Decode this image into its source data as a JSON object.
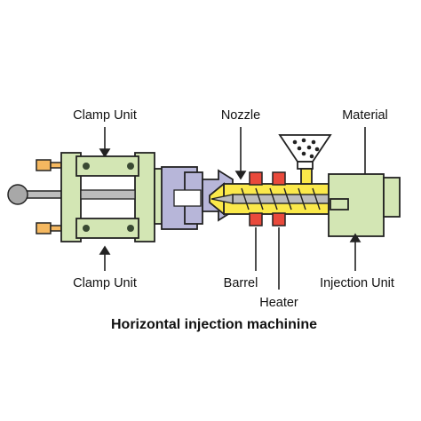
{
  "diagram": {
    "labels": {
      "clamp_unit_top": "Clamp Unit",
      "clamp_unit_bottom": "Clamp Unit",
      "nozzle": "Nozzle",
      "material": "Material",
      "barrel": "Barrel",
      "heater": "Heater",
      "injection_unit": "Injection Unit"
    },
    "caption": "Horizontal injection machinine"
  },
  "colors": {
    "clamp_green": "#d3e6b4",
    "housing_lavender": "#b7b6d9",
    "barrel_yellow": "#fbe94a",
    "heater_red": "#e94a3c",
    "connector_orange": "#f5b860",
    "outline": "#222222",
    "tie_rod_gray": "#bcbcbc"
  }
}
